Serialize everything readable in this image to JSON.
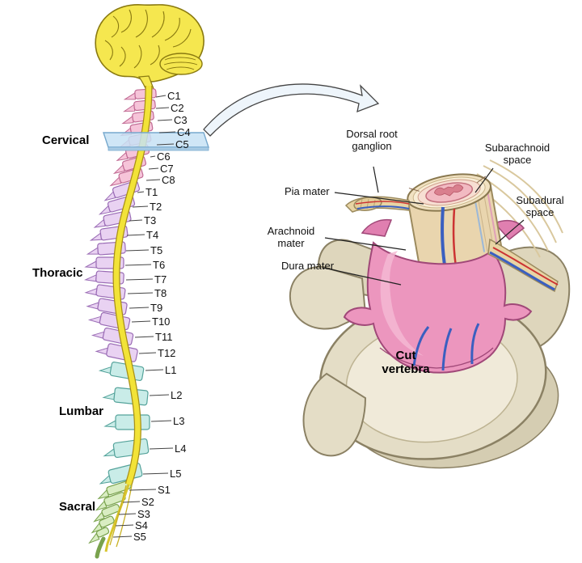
{
  "figure": {
    "regions": {
      "cervical": "Cervical",
      "thoracic": "Thoracic",
      "lumbar": "Lumbar",
      "sacral": "Sacral"
    },
    "vertebrae": {
      "cervical": [
        "C1",
        "C2",
        "C3",
        "C4",
        "C5",
        "C6",
        "C7",
        "C8"
      ],
      "thoracic": [
        "T1",
        "T2",
        "T3",
        "T4",
        "T5",
        "T6",
        "T7",
        "T8",
        "T9",
        "T10",
        "T11",
        "T12"
      ],
      "lumbar": [
        "L1",
        "L2",
        "L3",
        "L4",
        "L5"
      ],
      "sacral": [
        "S1",
        "S2",
        "S3",
        "S4",
        "S5"
      ]
    },
    "detail": {
      "dorsal_root_ganglion": "Dorsal root ganglion",
      "subarachnoid_space": "Subarachnoid space",
      "pia_mater": "Pia mater",
      "subdural_space": "Subadural space",
      "arachnoid_mater": "Arachnoid mater",
      "dura_mater": "Dura mater",
      "cut_vertebra": "Cut vertebra"
    },
    "colors": {
      "cervical": "#f6c4d9",
      "thoracic": "#e9d2f2",
      "lumbar": "#c9ece8",
      "sacral": "#d9edc2",
      "cord_yellow": "#f2e338",
      "brain_yellow": "#f5e74f",
      "dura_pink": "#ec96be",
      "bone": "#e4ddc6",
      "plane_blue": "#c7e2f4",
      "vein_blue": "#3a5fc0",
      "artery_red": "#cc3333"
    }
  }
}
